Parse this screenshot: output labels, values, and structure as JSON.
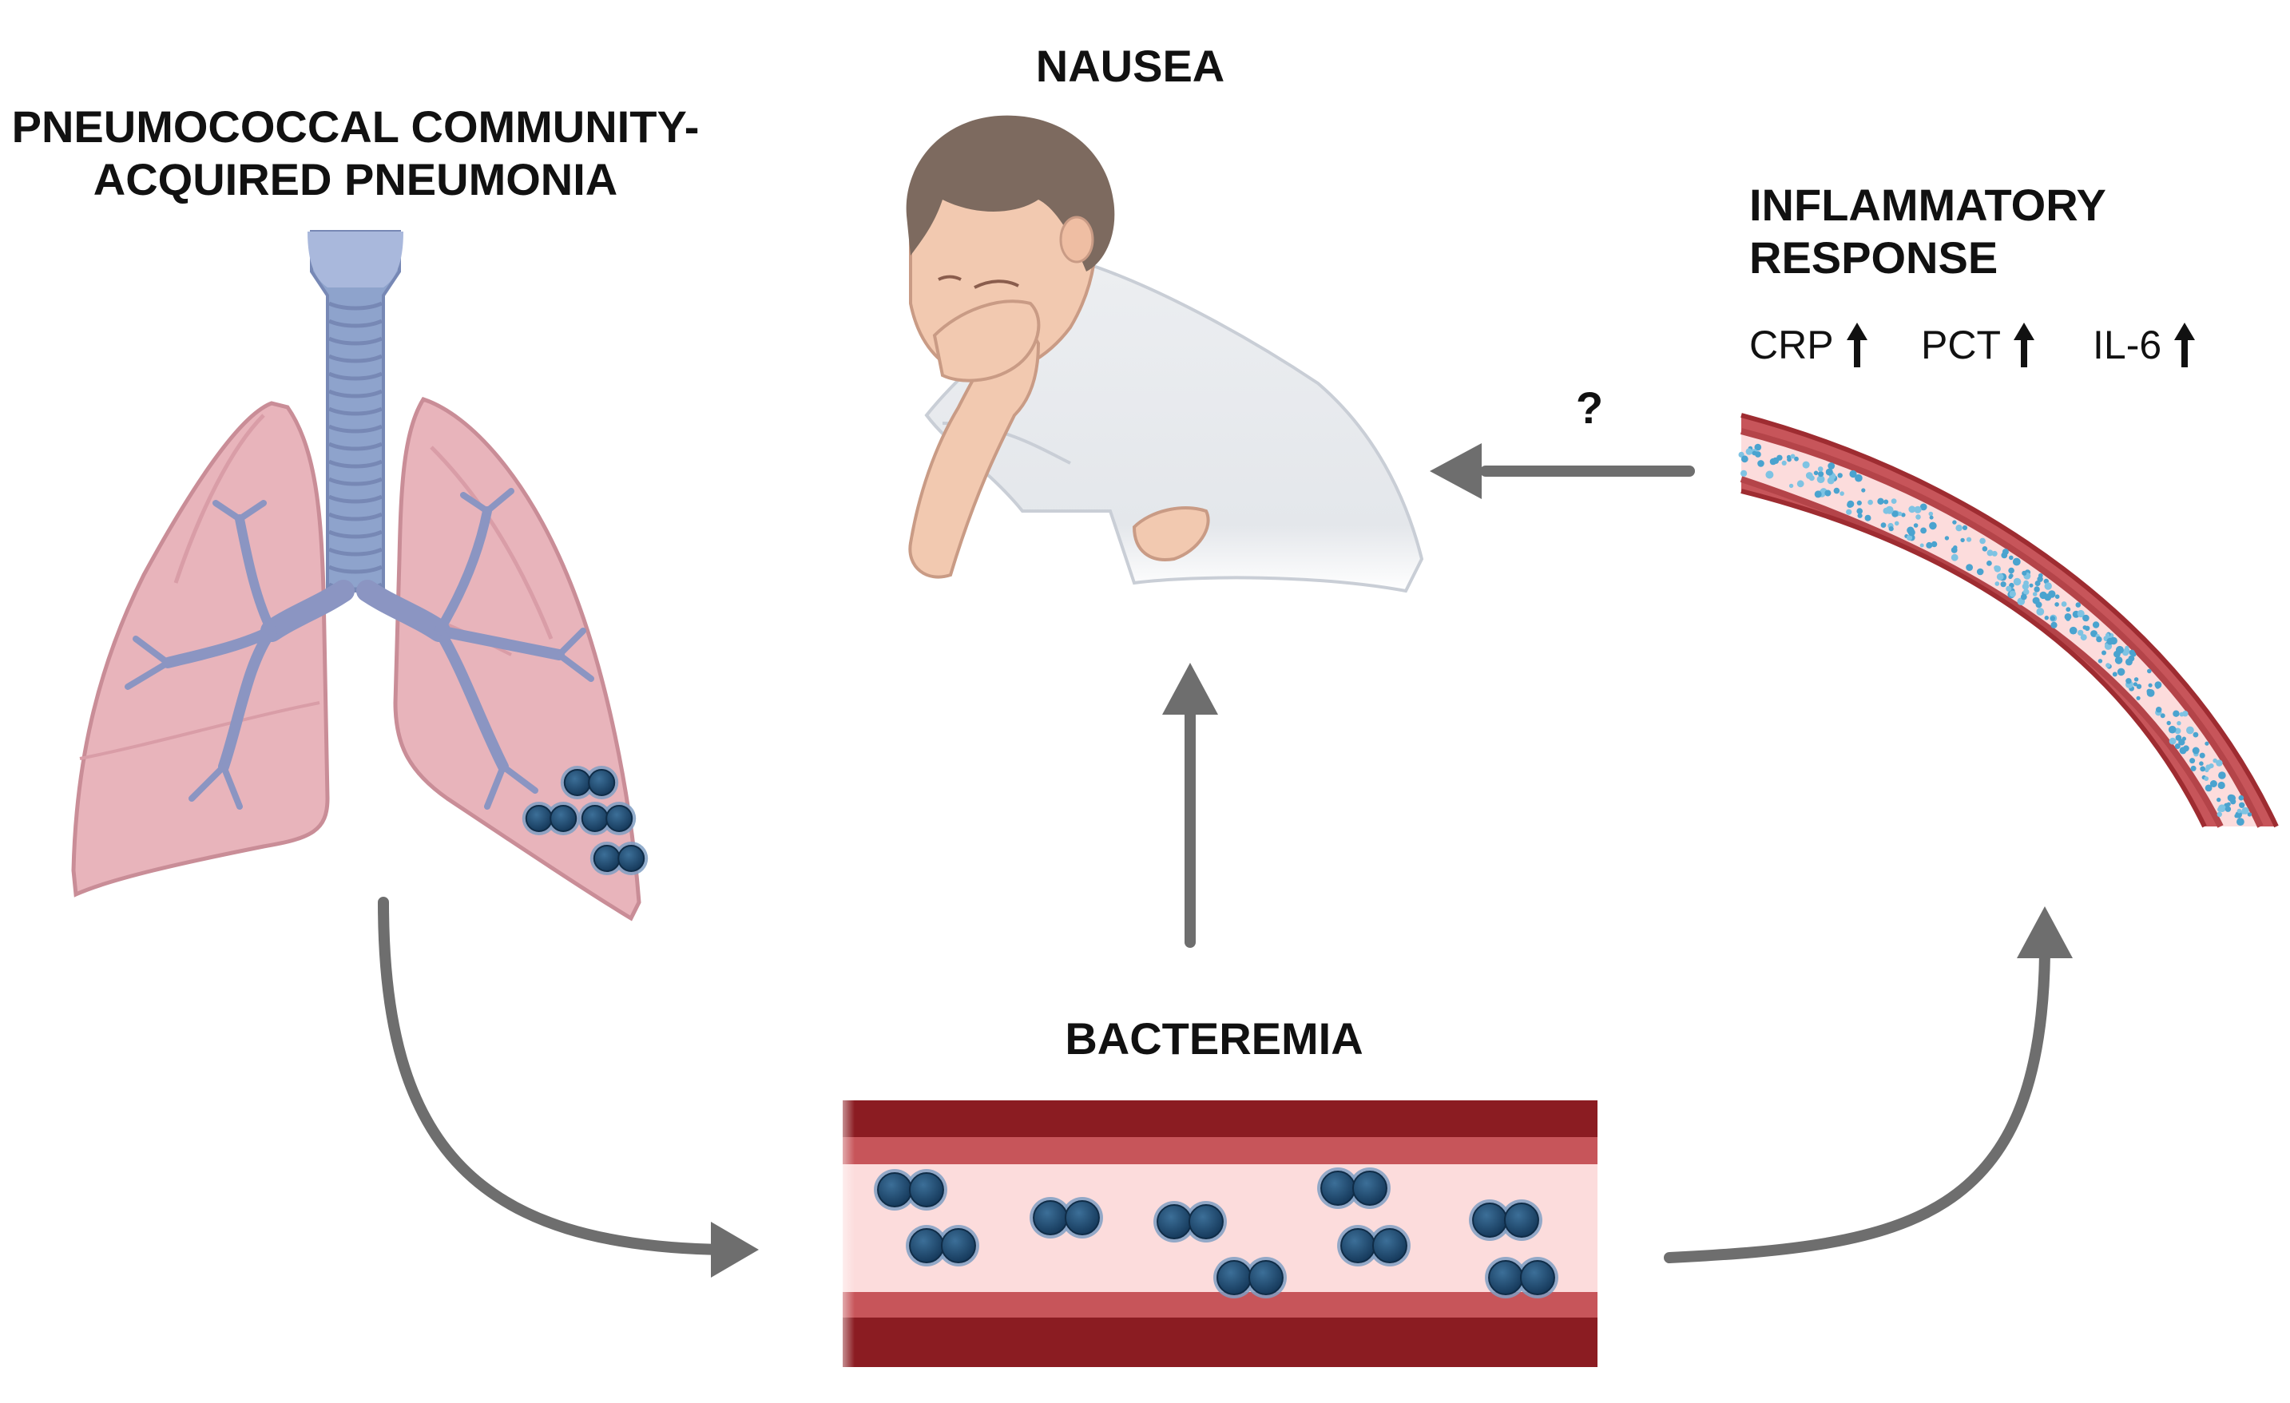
{
  "labels": {
    "pneumonia": [
      "PNEUMOCOCCAL COMMUNITY-",
      "ACQUIRED PNEUMONIA"
    ],
    "nausea": "NAUSEA",
    "inflammatory": [
      "INFLAMMATORY",
      "RESPONSE"
    ],
    "bacteremia": "BACTEREMIA",
    "question": "?"
  },
  "markers": [
    {
      "name": "CRP",
      "direction": "up"
    },
    {
      "name": "PCT",
      "direction": "up"
    },
    {
      "name": "IL-6",
      "direction": "up"
    }
  ],
  "colors": {
    "arrow": "#6e6e6e",
    "lung": "#e8b4bb",
    "lungOutline": "#c98d97",
    "trachea": "#8ea3cc",
    "bronchi": "#8b95c2",
    "bacteria": "#1f4e75",
    "bacteriaRim": "#7f9fc3",
    "vesselDark": "#8b1c22",
    "vesselMid": "#c7555a",
    "vesselLumen": "#fcdcdc",
    "cytokine": "#4aa3cf",
    "skin": "#f2c9b0",
    "hair": "#7d6a5f",
    "shirt": "#e9ebee"
  }
}
